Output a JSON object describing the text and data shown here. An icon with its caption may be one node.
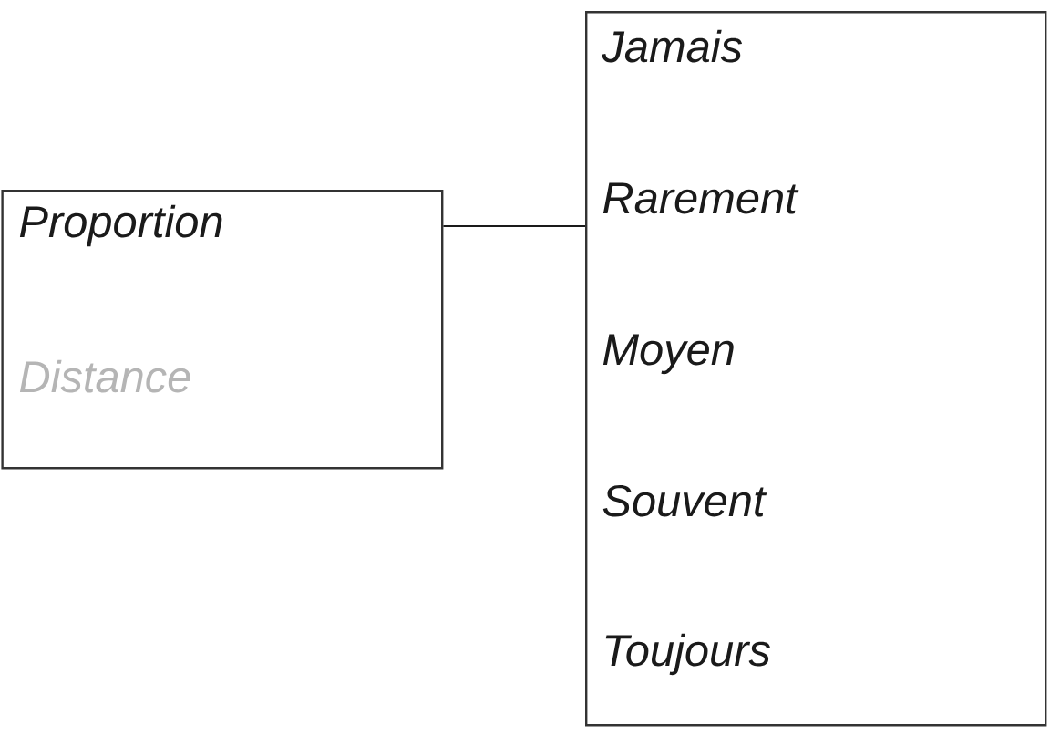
{
  "diagram": {
    "nodes": [
      {
        "text": [
          "Proportion",
          "Distance"
        ]
      },
      {
        "text": [
          "Jamais",
          "Rarement",
          "Moyen",
          "Souvent",
          "Toujours"
        ]
      }
    ],
    "edges": [
      {
        "from": 0,
        "to": 1,
        "arrow": "none"
      }
    ]
  }
}
